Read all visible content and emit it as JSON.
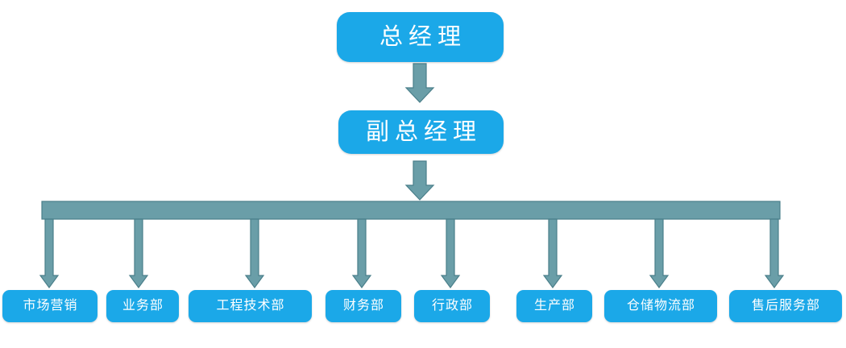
{
  "diagram": {
    "title_text": "",
    "colors": {
      "node_fill": "#1BA8E8",
      "node_text": "#FFFFFF",
      "connector_fill": "#6A9EA8",
      "connector_stroke": "#4A7F8A",
      "background": "#FFFFFF"
    },
    "levels": [
      {
        "level_name": "executive",
        "nodes": [
          {
            "id": "general-manager",
            "label": "总经理"
          }
        ]
      },
      {
        "level_name": "deputy",
        "nodes": [
          {
            "id": "deputy-general-manager",
            "label": "副总经理"
          }
        ]
      },
      {
        "level_name": "departments",
        "nodes": [
          {
            "id": "dept-marketing",
            "label": "市场营销"
          },
          {
            "id": "dept-business",
            "label": "业务部"
          },
          {
            "id": "dept-engineering",
            "label": "工程技术部"
          },
          {
            "id": "dept-finance",
            "label": "财务部"
          },
          {
            "id": "dept-administration",
            "label": "行政部"
          },
          {
            "id": "dept-production",
            "label": "生产部"
          },
          {
            "id": "dept-warehouse",
            "label": "仓储物流部"
          },
          {
            "id": "dept-aftersales",
            "label": "售后服务部"
          }
        ]
      }
    ],
    "connectors": {
      "arrow_top_to_deputy": "down-arrow-icon",
      "arrow_deputy_to_bus": "down-arrow-icon",
      "horizontal_bus": "horizontal-connector-bar",
      "branch_arrows": [
        "down-arrow-icon",
        "down-arrow-icon",
        "down-arrow-icon",
        "down-arrow-icon",
        "down-arrow-icon",
        "down-arrow-icon",
        "down-arrow-icon",
        "down-arrow-icon",
        "down-arrow-icon"
      ]
    }
  }
}
